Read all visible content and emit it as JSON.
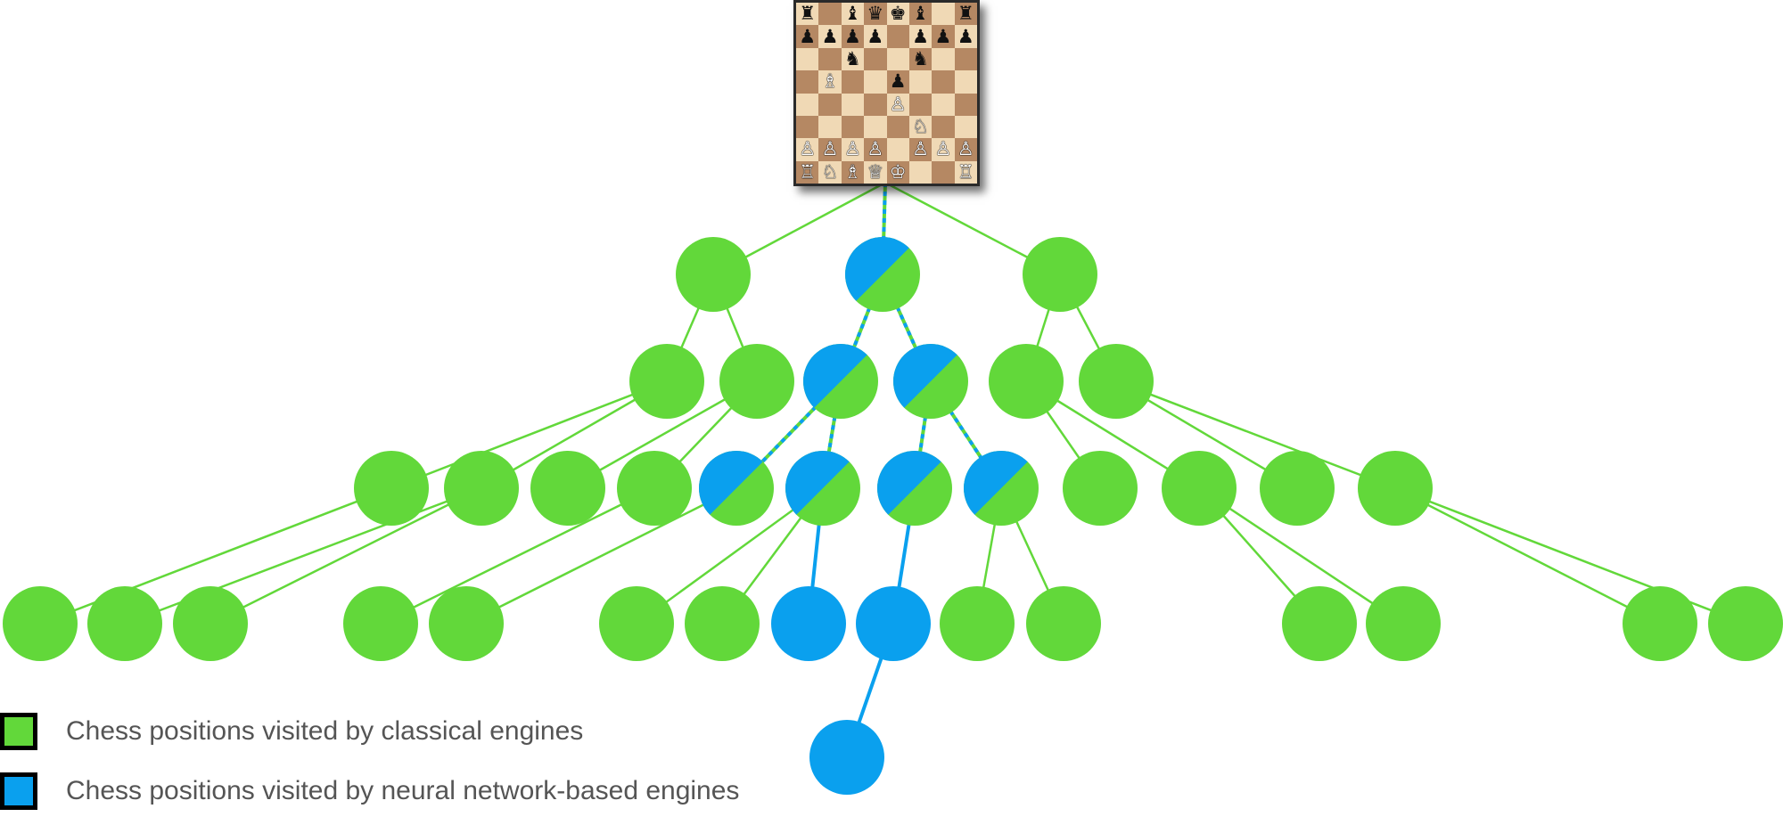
{
  "colors": {
    "classical": "#62d83a",
    "neural": "#0aa0ee",
    "board_light": "#f0d9b5",
    "board_dark": "#b58863"
  },
  "root_position": {
    "board": [
      [
        "r",
        "",
        "b",
        "q",
        "k",
        "b",
        "",
        "r"
      ],
      [
        "p",
        "p",
        "p",
        "p",
        "",
        "p",
        "p",
        "p"
      ],
      [
        "",
        "",
        "n",
        "",
        "",
        "n",
        "",
        ""
      ],
      [
        "",
        "B",
        "",
        "",
        "p",
        "",
        "",
        ""
      ],
      [
        "",
        "",
        "",
        "",
        "P",
        "",
        "",
        ""
      ],
      [
        "",
        "",
        "",
        "",
        "",
        "N",
        "",
        ""
      ],
      [
        "P",
        "P",
        "P",
        "P",
        "",
        "P",
        "P",
        "P"
      ],
      [
        "R",
        "N",
        "B",
        "Q",
        "K",
        "",
        "",
        "R"
      ]
    ]
  },
  "legend": [
    {
      "color_key": "classical",
      "icon": "green-square",
      "label": "Chess positions visited by classical engines"
    },
    {
      "color_key": "neural",
      "icon": "blue-square",
      "label": "Chess positions visited by neural network-based engines"
    }
  ],
  "tree": {
    "nodes": [
      {
        "id": "n1a",
        "kind": "classical"
      },
      {
        "id": "n1b",
        "kind": "both"
      },
      {
        "id": "n1c",
        "kind": "classical"
      },
      {
        "id": "n2a",
        "kind": "classical"
      },
      {
        "id": "n2b",
        "kind": "classical"
      },
      {
        "id": "n2c",
        "kind": "both"
      },
      {
        "id": "n2d",
        "kind": "both"
      },
      {
        "id": "n2e",
        "kind": "classical"
      },
      {
        "id": "n2f",
        "kind": "classical"
      },
      {
        "id": "n3a",
        "kind": "classical"
      },
      {
        "id": "n3b",
        "kind": "classical"
      },
      {
        "id": "n3c",
        "kind": "classical"
      },
      {
        "id": "n3d",
        "kind": "classical"
      },
      {
        "id": "n3e",
        "kind": "both"
      },
      {
        "id": "n3f",
        "kind": "both"
      },
      {
        "id": "n3g",
        "kind": "both"
      },
      {
        "id": "n3h",
        "kind": "both"
      },
      {
        "id": "n3i",
        "kind": "classical"
      },
      {
        "id": "n3j",
        "kind": "classical"
      },
      {
        "id": "n3k",
        "kind": "classical"
      },
      {
        "id": "n3l",
        "kind": "classical"
      },
      {
        "id": "n4a",
        "kind": "classical"
      },
      {
        "id": "n4b",
        "kind": "classical"
      },
      {
        "id": "n4c",
        "kind": "classical"
      },
      {
        "id": "n4d",
        "kind": "classical"
      },
      {
        "id": "n4e",
        "kind": "classical"
      },
      {
        "id": "n4f",
        "kind": "classical"
      },
      {
        "id": "n4g",
        "kind": "classical"
      },
      {
        "id": "n4h",
        "kind": "neural"
      },
      {
        "id": "n4i",
        "kind": "neural"
      },
      {
        "id": "n4j",
        "kind": "classical"
      },
      {
        "id": "n4k",
        "kind": "classical"
      },
      {
        "id": "n4l",
        "kind": "classical"
      },
      {
        "id": "n4m",
        "kind": "classical"
      },
      {
        "id": "n4n",
        "kind": "classical"
      },
      {
        "id": "n4o",
        "kind": "classical"
      },
      {
        "id": "n5a",
        "kind": "neural"
      }
    ],
    "edges": [
      {
        "from": "root",
        "to": "n1a",
        "kind": "classical"
      },
      {
        "from": "root",
        "to": "n1b",
        "kind": "both"
      },
      {
        "from": "root",
        "to": "n1c",
        "kind": "classical"
      },
      {
        "from": "n1a",
        "to": "n2a",
        "kind": "classical"
      },
      {
        "from": "n1a",
        "to": "n2b",
        "kind": "classical"
      },
      {
        "from": "n1b",
        "to": "n2c",
        "kind": "both"
      },
      {
        "from": "n1b",
        "to": "n2d",
        "kind": "both"
      },
      {
        "from": "n1c",
        "to": "n2e",
        "kind": "classical"
      },
      {
        "from": "n1c",
        "to": "n2f",
        "kind": "classical"
      },
      {
        "from": "n2a",
        "to": "n3a",
        "kind": "classical"
      },
      {
        "from": "n2a",
        "to": "n3b",
        "kind": "classical"
      },
      {
        "from": "n2b",
        "to": "n3c",
        "kind": "classical"
      },
      {
        "from": "n2b",
        "to": "n3d",
        "kind": "classical"
      },
      {
        "from": "n2c",
        "to": "n3e",
        "kind": "both"
      },
      {
        "from": "n2c",
        "to": "n3f",
        "kind": "both"
      },
      {
        "from": "n2d",
        "to": "n3g",
        "kind": "both"
      },
      {
        "from": "n2d",
        "to": "n3h",
        "kind": "both"
      },
      {
        "from": "n2e",
        "to": "n3i",
        "kind": "classical"
      },
      {
        "from": "n2e",
        "to": "n3j",
        "kind": "classical"
      },
      {
        "from": "n2f",
        "to": "n3k",
        "kind": "classical"
      },
      {
        "from": "n2f",
        "to": "n3l",
        "kind": "classical"
      },
      {
        "from": "n3a",
        "to": "n4a",
        "kind": "classical"
      },
      {
        "from": "n3b",
        "to": "n4b",
        "kind": "classical"
      },
      {
        "from": "n3b",
        "to": "n4c",
        "kind": "classical"
      },
      {
        "from": "n3d",
        "to": "n4d",
        "kind": "classical"
      },
      {
        "from": "n3e",
        "to": "n4e",
        "kind": "classical"
      },
      {
        "from": "n3f",
        "to": "n4f",
        "kind": "classical"
      },
      {
        "from": "n3f",
        "to": "n4g",
        "kind": "classical"
      },
      {
        "from": "n3f",
        "to": "n4h",
        "kind": "neural"
      },
      {
        "from": "n3g",
        "to": "n4i",
        "kind": "neural"
      },
      {
        "from": "n3h",
        "to": "n4j",
        "kind": "classical"
      },
      {
        "from": "n3h",
        "to": "n4k",
        "kind": "classical"
      },
      {
        "from": "n3j",
        "to": "n4l",
        "kind": "classical"
      },
      {
        "from": "n3j",
        "to": "n4m",
        "kind": "classical"
      },
      {
        "from": "n3l",
        "to": "n4n",
        "kind": "classical"
      },
      {
        "from": "n3l",
        "to": "n4o",
        "kind": "classical"
      },
      {
        "from": "n4i",
        "to": "n5a",
        "kind": "neural"
      }
    ]
  }
}
